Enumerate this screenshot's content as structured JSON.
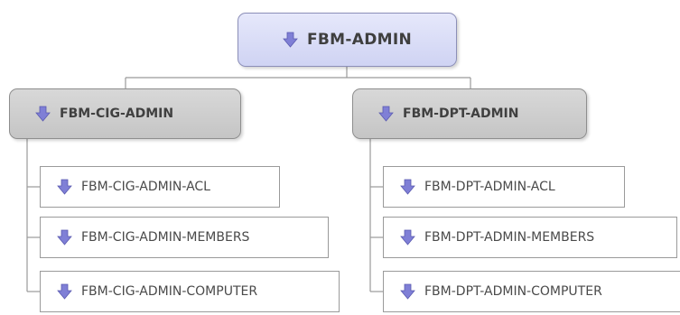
{
  "root": {
    "label": "FBM-ADMIN",
    "icon": "down-arrow-icon"
  },
  "groups": [
    {
      "label": "FBM-CIG-ADMIN",
      "icon": "down-arrow-icon",
      "children": [
        {
          "label": "FBM-CIG-ADMIN-ACL",
          "icon": "down-arrow-icon"
        },
        {
          "label": "FBM-CIG-ADMIN-MEMBERS",
          "icon": "down-arrow-icon"
        },
        {
          "label": "FBM-CIG-ADMIN-COMPUTER",
          "icon": "down-arrow-icon"
        }
      ]
    },
    {
      "label": "FBM-DPT-ADMIN",
      "icon": "down-arrow-icon",
      "children": [
        {
          "label": "FBM-DPT-ADMIN-ACL",
          "icon": "down-arrow-icon"
        },
        {
          "label": "FBM-DPT-ADMIN-MEMBERS",
          "icon": "down-arrow-icon"
        },
        {
          "label": "FBM-DPT-ADMIN-COMPUTER",
          "icon": "down-arrow-icon"
        }
      ]
    }
  ],
  "colors": {
    "root_fill": "#d9dcf7",
    "group_fill": "#cfcfcf",
    "icon_fill": "#7f7fd6",
    "connector": "#9a9a9a"
  }
}
